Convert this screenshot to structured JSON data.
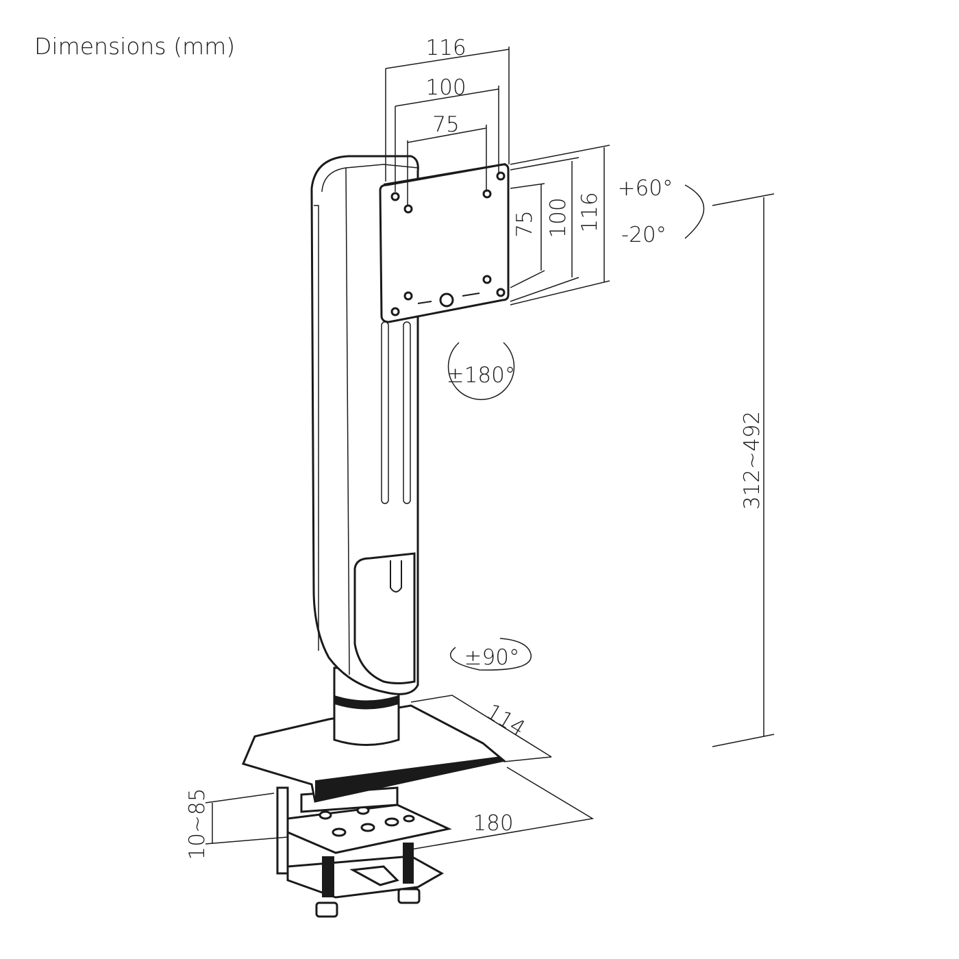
{
  "title": "Dimensions (mm)",
  "plate_width": {
    "outer": "116",
    "mid": "100",
    "inner": "75"
  },
  "plate_height": {
    "inner": "75",
    "mid": "100",
    "outer": "116"
  },
  "tilt": {
    "up": "+60°",
    "down": "-20°"
  },
  "rotation": "±180°",
  "swivel": "±90°",
  "height_range": "312~492",
  "base_depth": "114",
  "base_width": "180",
  "clamp_range": "10~85"
}
